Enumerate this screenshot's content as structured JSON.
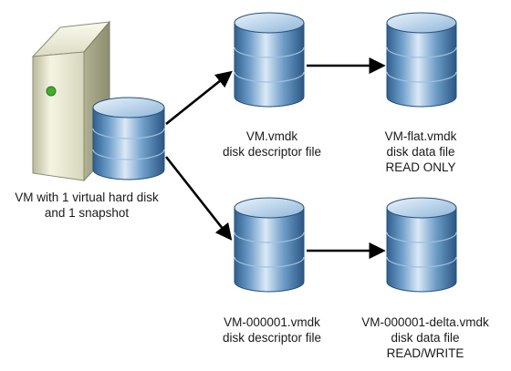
{
  "nodes": {
    "vm": {
      "lines": [
        "VM with 1 virtual hard disk",
        "and 1 snapshot"
      ]
    },
    "vm_descriptor": {
      "lines": [
        "VM.vmdk",
        "disk descriptor file"
      ]
    },
    "vm_flat": {
      "lines": [
        "VM-flat.vmdk",
        "disk data file",
        "READ ONLY"
      ]
    },
    "snapshot_descriptor": {
      "lines": [
        "VM-000001.vmdk",
        "disk descriptor file"
      ]
    },
    "snapshot_delta": {
      "lines": [
        "VM-000001-delta.vmdk",
        "disk data file",
        "READ/WRITE"
      ]
    }
  },
  "edges": [
    {
      "from": "vm",
      "to": "vm_descriptor"
    },
    {
      "from": "vm",
      "to": "snapshot_descriptor"
    },
    {
      "from": "vm_descriptor",
      "to": "vm_flat"
    },
    {
      "from": "snapshot_descriptor",
      "to": "snapshot_delta"
    }
  ],
  "colors": {
    "disk_light": "#dbe9f6",
    "disk_mid": "#6f9fc9",
    "disk_dark": "#2e5f8f",
    "server_light": "#efefd8",
    "server_dark": "#a8a88a",
    "indicator": "#3fae2a",
    "arrow": "#000000"
  }
}
